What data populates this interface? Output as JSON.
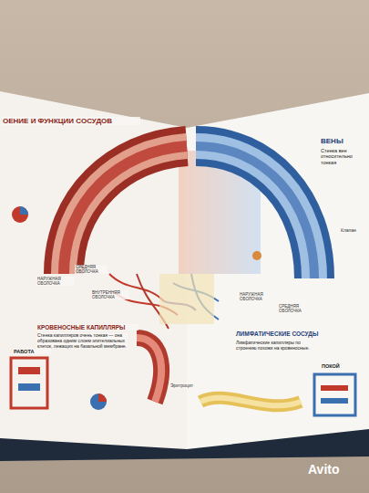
{
  "diagram": {
    "title": "ОЕНИЕ И ФУНКЦИИ СОСУДОВ",
    "labels": [
      "ВЕНЫ",
      "Стенка вен относительно тонкая",
      "НАРУЖНАЯ ОБОЛОЧКА",
      "СРЕДНЯЯ ОБОЛОЧКА",
      "ВНУТРЕННЯЯ ОБОЛОЧКА",
      "НАРУЖНАЯ ОБОЛОЧКА",
      "СРЕДНЯЯ ОБОЛОЧКА",
      "Клапан",
      "КРОВЕНОСНЫЕ КАПИЛЛЯРЫ",
      "Стенка капилляров очень тонкая — она образована одним слоем эпителиальных клеток, лежащих на базальной мембране.",
      "РАБОТА",
      "ЛИМФАТИЧЕСКИЕ СОСУДЫ",
      "Лимфатические капилляры по строению похожи на кровеносные.",
      "ПОКОЙ",
      "Эритроцит",
      "Avito"
    ]
  }
}
